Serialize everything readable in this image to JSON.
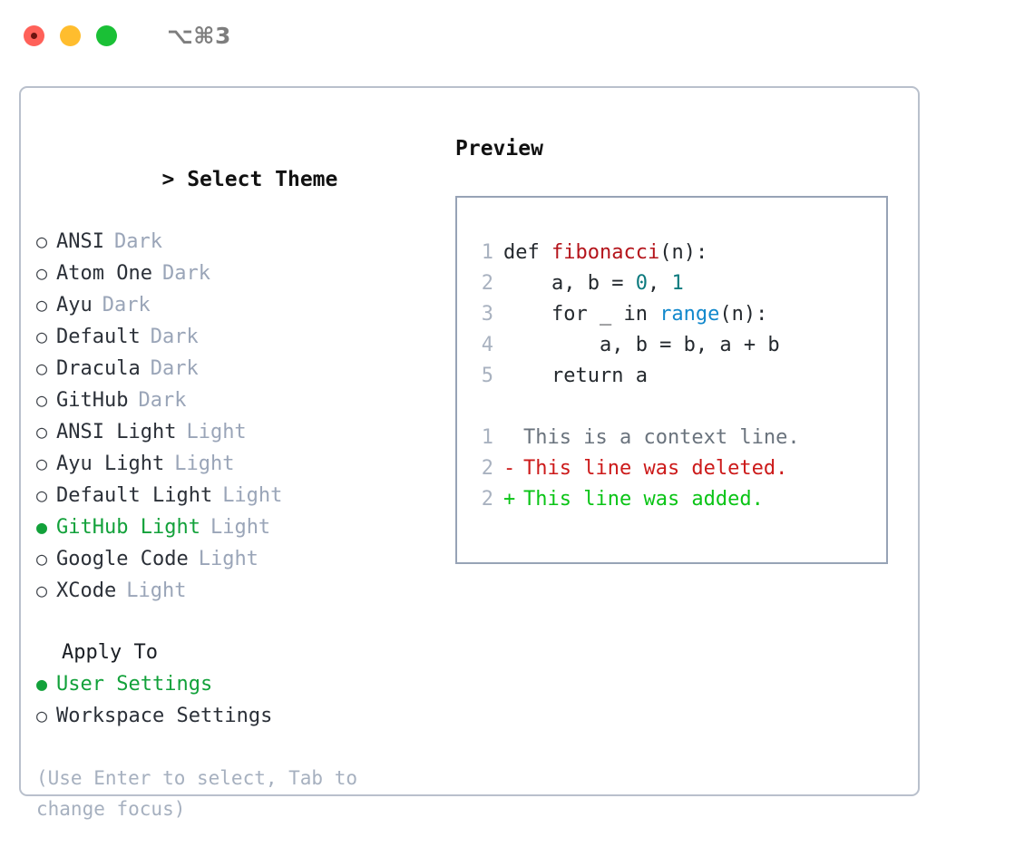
{
  "window": {
    "shortcut": "⌥⌘3",
    "traffic_lights": [
      "close-light",
      "minimize-light",
      "maximize-light"
    ]
  },
  "theme_list": {
    "header": "Select Theme",
    "caret": ">",
    "marker_unselected": "○",
    "marker_selected": "●",
    "items": [
      {
        "label": "ANSI",
        "tag": "Dark",
        "selected": false
      },
      {
        "label": "Atom One",
        "tag": "Dark",
        "selected": false
      },
      {
        "label": "Ayu",
        "tag": "Dark",
        "selected": false
      },
      {
        "label": "Default",
        "tag": "Dark",
        "selected": false
      },
      {
        "label": "Dracula",
        "tag": "Dark",
        "selected": false
      },
      {
        "label": "GitHub",
        "tag": "Dark",
        "selected": false
      },
      {
        "label": "ANSI Light",
        "tag": "Light",
        "selected": false
      },
      {
        "label": "Ayu Light",
        "tag": "Light",
        "selected": false
      },
      {
        "label": "Default Light",
        "tag": "Light",
        "selected": false
      },
      {
        "label": "GitHub Light",
        "tag": "Light",
        "selected": true
      },
      {
        "label": "Google Code",
        "tag": "Light",
        "selected": false
      },
      {
        "label": "XCode",
        "tag": "Light",
        "selected": false
      }
    ]
  },
  "apply_to": {
    "header": "Apply To",
    "items": [
      {
        "label": "User Settings",
        "selected": true
      },
      {
        "label": "Workspace Settings",
        "selected": false
      }
    ]
  },
  "hint": "(Use Enter to select, Tab to change focus)",
  "preview": {
    "title": "Preview",
    "code": [
      {
        "n": "1",
        "parts": [
          {
            "t": "def ",
            "cls": "code-text"
          },
          {
            "t": "fibonacci",
            "cls": "tok-fn"
          },
          {
            "t": "(n):",
            "cls": "code-text"
          }
        ]
      },
      {
        "n": "2",
        "parts": [
          {
            "t": "    a, b = ",
            "cls": "code-text"
          },
          {
            "t": "0",
            "cls": "tok-num"
          },
          {
            "t": ", ",
            "cls": "code-text"
          },
          {
            "t": "1",
            "cls": "tok-num"
          }
        ]
      },
      {
        "n": "3",
        "parts": [
          {
            "t": "    for _ in ",
            "cls": "code-text"
          },
          {
            "t": "range",
            "cls": "tok-call"
          },
          {
            "t": "(n):",
            "cls": "code-text"
          }
        ]
      },
      {
        "n": "4",
        "parts": [
          {
            "t": "        a, b = b, a + b",
            "cls": "code-text"
          }
        ]
      },
      {
        "n": "5",
        "parts": [
          {
            "t": "    return a",
            "cls": "code-text"
          }
        ]
      }
    ],
    "diff": [
      {
        "n": "1",
        "mark": "",
        "text": "This is a context line.",
        "cls": "diff-ctx"
      },
      {
        "n": "2",
        "mark": "-",
        "text": "This line was deleted.",
        "cls": "diff-del"
      },
      {
        "n": "2",
        "mark": "+",
        "text": "This line was added.",
        "cls": "diff-add"
      }
    ]
  },
  "colors": {
    "accent_green": "#12a13a",
    "tag_gray": "#9aa5b8",
    "panel_border": "#b9c0cc",
    "preview_border": "#97a3b6",
    "diff_added": "#0ac416",
    "diff_deleted": "#cc1a1a"
  }
}
